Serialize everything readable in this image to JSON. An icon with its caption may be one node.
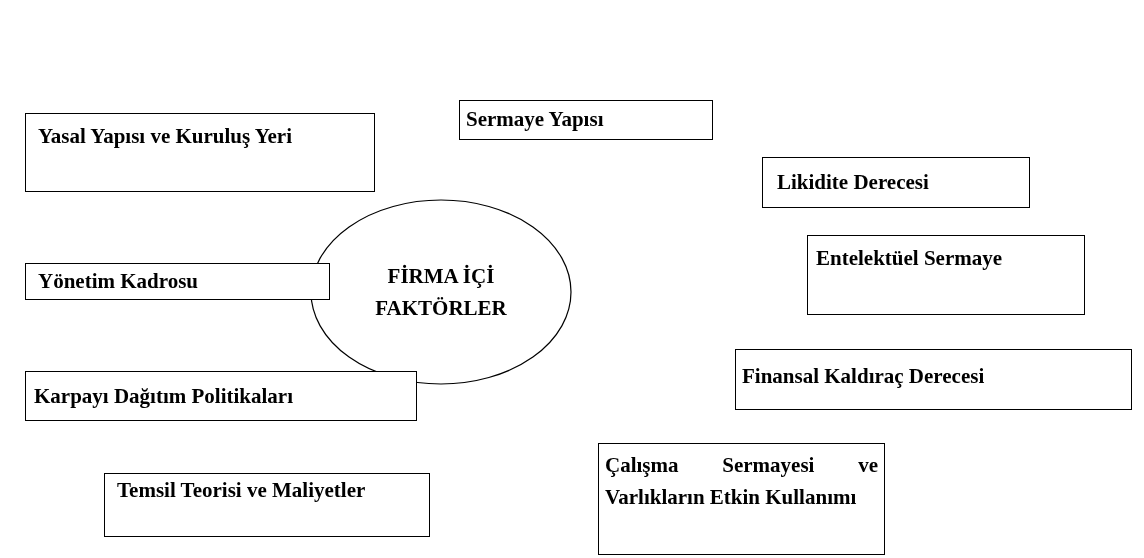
{
  "diagram": {
    "nodes": [
      {
        "text": [
          "Sermaye Yapısı"
        ]
      },
      {
        "text": [
          "Yasal Yapısı ve Kuruluş Yeri"
        ]
      },
      {
        "text": [
          "Likidite Derecesi"
        ]
      },
      {
        "text": [
          "FİRMA İÇİ FAKTÖRLER"
        ]
      },
      {
        "text": [
          "Entelektüel Sermaye"
        ]
      },
      {
        "text": [
          "Yönetim Kadrosu"
        ]
      },
      {
        "text": [
          "Finansal Kaldıraç Derecesi"
        ]
      },
      {
        "text": [
          "Karpayı Dağıtım Politikaları"
        ]
      },
      {
        "text": [
          "Çalışma Sermayesi ve Varlıkların Etkin Kullanımı"
        ]
      },
      {
        "text": [
          "Temsil Teorisi ve Maliyetler"
        ]
      }
    ]
  }
}
